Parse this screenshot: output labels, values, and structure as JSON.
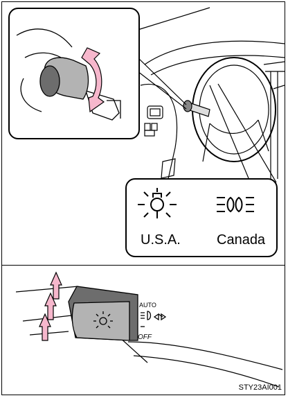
{
  "callout": {
    "usa_label": "U.S.A.",
    "canada_label": "Canada"
  },
  "lever": {
    "auto_label": "AUTO",
    "off_label": "OFF"
  },
  "figure_code": "STY23AI001",
  "colors": {
    "arrow_fill": "#f6b7cc",
    "lever_gray": "#b3b3b3",
    "lever_dark": "#6d6d6d"
  }
}
